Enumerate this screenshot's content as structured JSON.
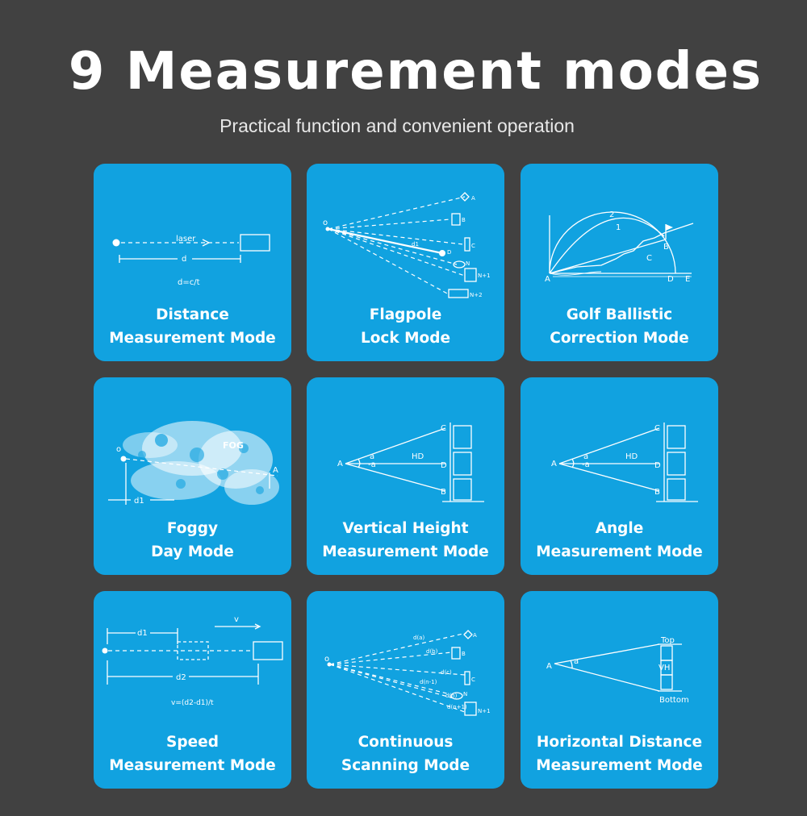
{
  "header": {
    "title": "9 Measurement modes",
    "subtitle": "Practical function and convenient operation"
  },
  "colors": {
    "background": "#414141",
    "card": "#11a2e0",
    "text": "#ffffff"
  },
  "modes": [
    {
      "line1": "Distance",
      "line2": "Measurement Mode",
      "diagram": {
        "labels": {
          "laser": "laser",
          "d": "d",
          "formula": "d=c/t"
        }
      }
    },
    {
      "line1": "Flagpole",
      "line2": "Lock Mode",
      "diagram": {
        "labels": {
          "o": "o",
          "a": "A",
          "b": "B",
          "c": "C",
          "d": "D",
          "d1": "d1",
          "n": "N",
          "n1": "N+1",
          "n2": "N+2"
        }
      }
    },
    {
      "line1": "Golf Ballistic",
      "line2": "Correction Mode",
      "diagram": {
        "labels": {
          "one": "1",
          "two": "2",
          "a": "A",
          "b": "B",
          "c": "C",
          "d": "D",
          "e": "E"
        }
      }
    },
    {
      "line1": "Foggy",
      "line2": "Day Mode",
      "diagram": {
        "labels": {
          "fog": "FOG",
          "o": "o",
          "a": "A",
          "d1": "d1"
        }
      }
    },
    {
      "line1": "Vertical Height",
      "line2": "Measurement Mode",
      "diagram": {
        "labels": {
          "a": "A",
          "alpha1": "a",
          "alpha2": "-a",
          "hd": "HD",
          "c": "C",
          "d": "D",
          "b": "B"
        }
      }
    },
    {
      "line1": "Angle",
      "line2": "Measurement Mode",
      "diagram": {
        "labels": {
          "a": "A",
          "alpha1": "a",
          "alpha2": "-a",
          "hd": "HD",
          "c": "C",
          "d": "D",
          "b": "B"
        }
      }
    },
    {
      "line1": "Speed",
      "line2": "Measurement Mode",
      "diagram": {
        "labels": {
          "d1": "d1",
          "v": "v",
          "d2": "d2",
          "formula": "v=(d2-d1)/t"
        }
      }
    },
    {
      "line1": "Continuous",
      "line2": "Scanning Mode",
      "diagram": {
        "labels": {
          "o": "o",
          "da": "d(a)",
          "db": "d(b)",
          "dc": "d(c)",
          "dn1": "d(n-1)",
          "dn": "d(n)",
          "dn2": "d(n+1)",
          "a": "A",
          "b": "B",
          "c": "C",
          "n": "N",
          "n1": "N+1"
        }
      }
    },
    {
      "line1": "Horizontal Distance",
      "line2": "Measurement Mode",
      "diagram": {
        "labels": {
          "a": "A",
          "alpha": "a",
          "top": "Top",
          "vh": "VH",
          "bottom": "Bottom"
        }
      }
    }
  ]
}
